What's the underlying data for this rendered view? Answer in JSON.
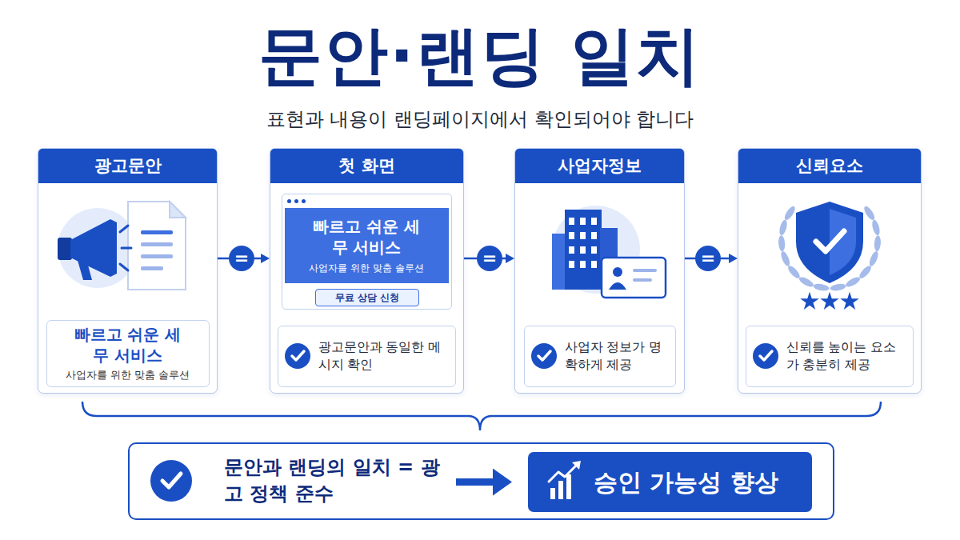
{
  "diagram": {
    "title": "문안·랜딩 일치",
    "nodes": [
      {
        "text": [
          "광고문안"
        ]
      },
      {
        "text": [
          "빠르고 쉬운 세무 서비스",
          "사업자를 위한 맞춤 솔루션"
        ],
        "in": 0
      },
      {
        "text": [
          "="
        ]
      },
      {
        "text": [
          "첫 화면"
        ]
      },
      {
        "text": [
          "빠르고 쉬운 세무 서비스",
          "사업자를 위한 맞춤 솔루션"
        ],
        "in": 3
      },
      {
        "text": [
          "무료 상담 신청"
        ],
        "in": 4
      },
      {
        "text": [
          "광고문안과 동일한 메시지 확인"
        ],
        "in": 3
      },
      {
        "text": [
          "="
        ]
      },
      {
        "text": [
          "사업자정보"
        ]
      },
      {
        "text": [
          "사업자 정보가 명확하게 제공"
        ],
        "in": 8
      },
      {
        "text": [
          "="
        ]
      },
      {
        "text": [
          "신뢰요소"
        ]
      },
      {
        "text": [
          "신뢰를 높이는 요소가 충분히 제공"
        ],
        "in": 11
      },
      {
        "text": [
          "문안과 랜딩의 일치 = 광고 정책 준수"
        ]
      },
      {
        "text": [
          "승인 가능성 향상"
        ],
        "in": 13
      }
    ],
    "edges": [
      {
        "from": 0,
        "to": 2,
        "arrow": "none"
      },
      {
        "from": 2,
        "to": 3,
        "arrow": "to"
      },
      {
        "from": 3,
        "to": 7,
        "arrow": "none"
      },
      {
        "from": 7,
        "to": 8,
        "arrow": "to"
      },
      {
        "from": 8,
        "to": 10,
        "arrow": "none"
      },
      {
        "from": 10,
        "to": 11,
        "arrow": "to"
      },
      {
        "from": 13,
        "to": 14,
        "arrow": "to"
      }
    ],
    "labels": [
      "표현과 내용이 랜딩페이지에서 확인되어야 합니다"
    ]
  }
}
